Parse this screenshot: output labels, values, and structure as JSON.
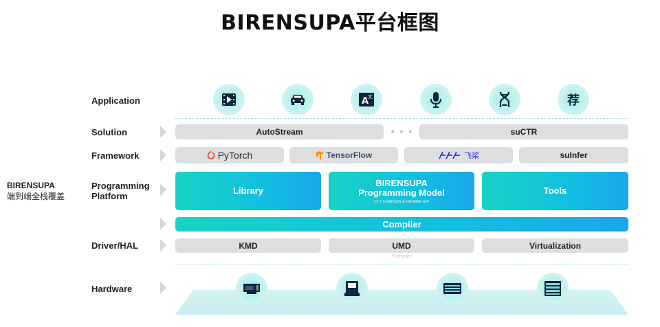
{
  "title": "BIRENSUPA平台框图",
  "side_label": {
    "line1": "BIRENSUPA",
    "line2": "端到端全栈覆盖"
  },
  "layers": {
    "application": "Application",
    "solution": "Solution",
    "framework": "Framework",
    "programming_line1": "Programming",
    "programming_line2": "Platform",
    "driver": "Driver/HAL",
    "hardware": "Hardware"
  },
  "app_icons": [
    "video-play-icon",
    "car-icon",
    "translate-icon",
    "microphone-icon",
    "dna-icon",
    "recommend-icon"
  ],
  "app_icon_text": {
    "translate": "A",
    "translate_sup": "文",
    "recommend": "荐"
  },
  "solution": {
    "left": "AutoStream",
    "ellipsis": "• • •",
    "right": "suCTR"
  },
  "framework": {
    "pytorch": "PyTorch",
    "tensorflow": "TensorFlow",
    "paddle": "飞桨",
    "suinfer": "suInfer"
  },
  "programming": {
    "library": "Library",
    "model_line1": "BIRENSUPA",
    "model_line2": "Programming Model",
    "model_sub": "C++ Extension & Runtime API",
    "tools": "Tools"
  },
  "compiler": "Compiler",
  "driver": {
    "kmd": "KMD",
    "umd": "UMD",
    "virt": "Virtualization"
  },
  "firmware": "Firmware",
  "hardware_icons": [
    "pcie-card-icon",
    "server-icon",
    "rack-server-icon",
    "storage-server-icon"
  ],
  "colors": {
    "accent_teal": "#17d3c6",
    "accent_blue": "#1aa6ec",
    "gray_box": "#dcdee0",
    "icon_dark": "#10243e",
    "pytorch_orange": "#ee4c2c",
    "tensorflow_orange": "#ff8f00",
    "paddle_blue": "#2932e1"
  }
}
